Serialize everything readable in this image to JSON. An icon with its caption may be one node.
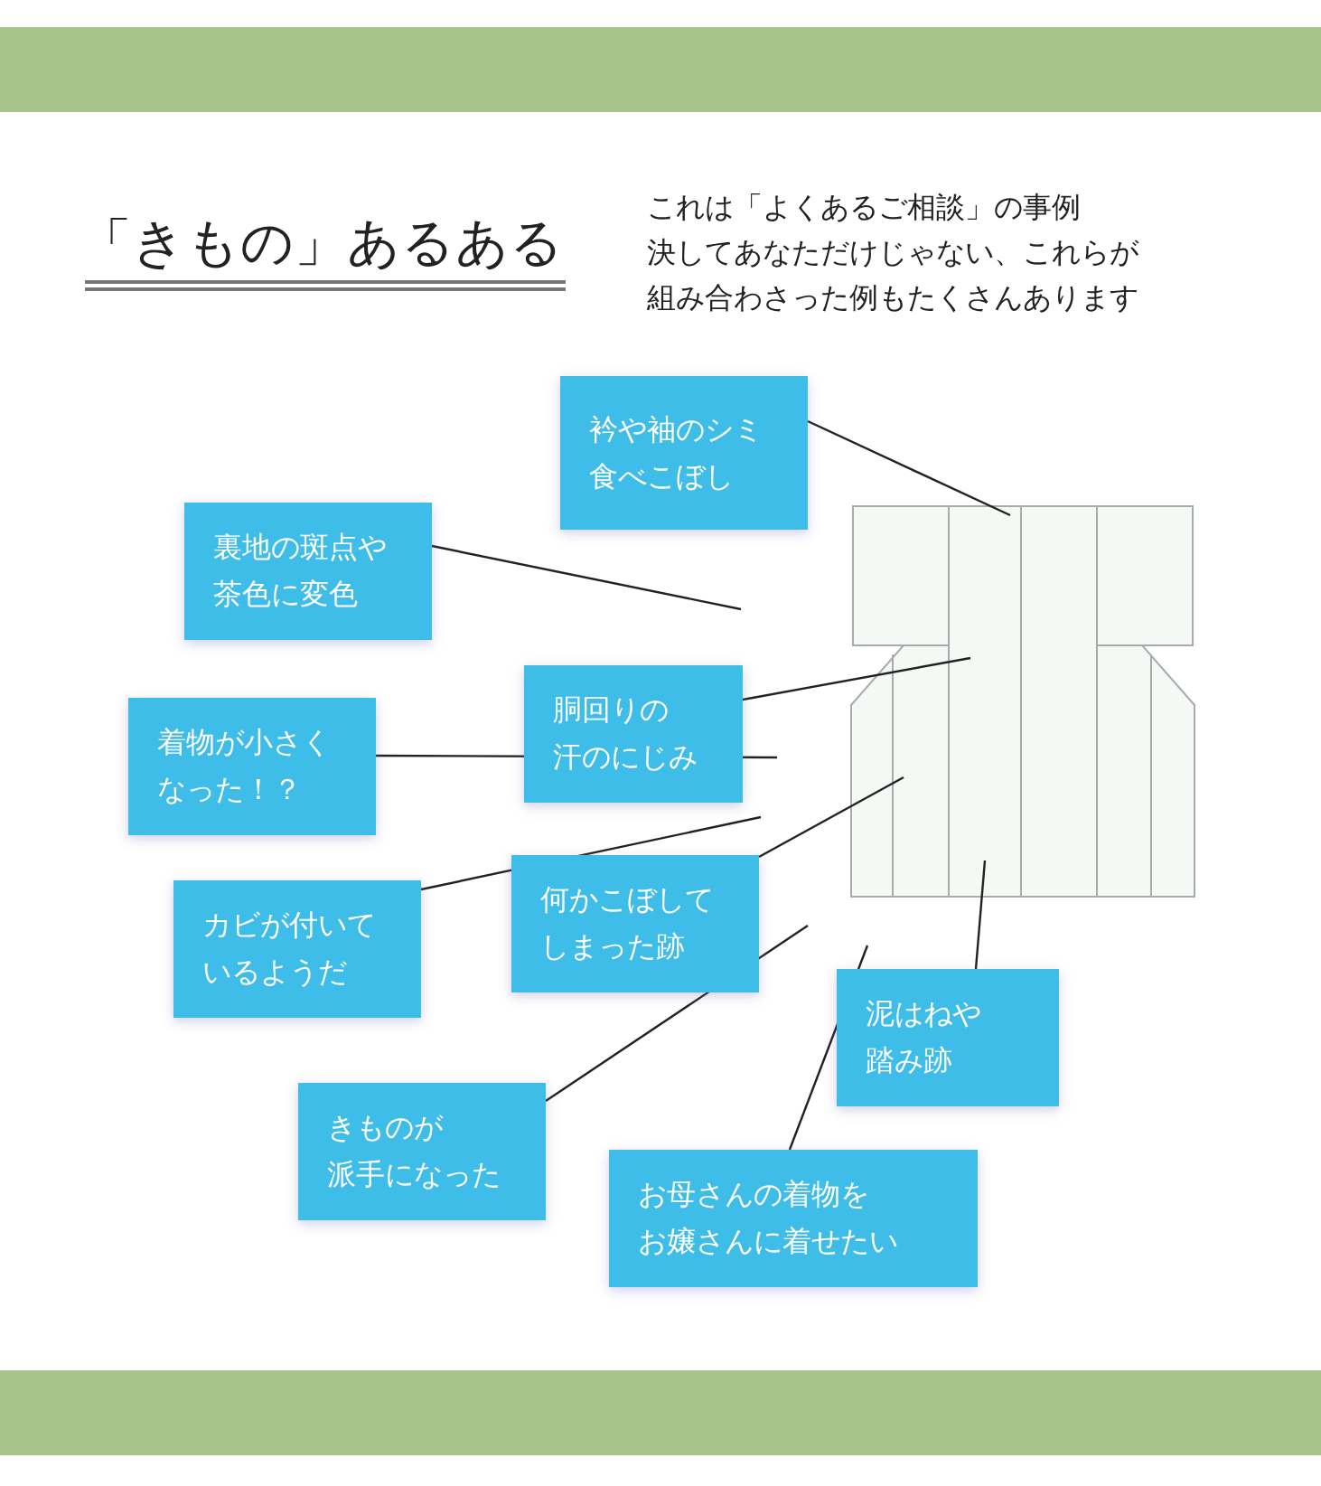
{
  "diagram": {
    "title": "「きもの」あるある",
    "nodes": [
      {
        "text": [
          "衿や袖のシミ食べこぼし"
        ]
      },
      {
        "text": [
          "裏地の斑点や茶色に変色"
        ]
      },
      {
        "text": [
          "着物が小さくなった！？"
        ]
      },
      {
        "text": [
          "胴回りの汗のにじみ"
        ]
      },
      {
        "text": [
          "カビが付いているようだ"
        ]
      },
      {
        "text": [
          "何かこぼしてしまった跡"
        ]
      },
      {
        "text": [
          "きものが派手になった"
        ]
      },
      {
        "text": [
          "泥はねや踏み跡"
        ]
      },
      {
        "text": [
          "お母さんの着物をお嬢さんに着せたい"
        ]
      }
    ],
    "edges": [
      {
        "from": 0,
        "to": null,
        "arrow": "none"
      },
      {
        "from": 1,
        "to": null,
        "arrow": "none"
      },
      {
        "from": 2,
        "to": null,
        "arrow": "none"
      },
      {
        "from": 3,
        "to": null,
        "arrow": "none"
      },
      {
        "from": 4,
        "to": null,
        "arrow": "none"
      },
      {
        "from": 5,
        "to": null,
        "arrow": "none"
      },
      {
        "from": 6,
        "to": null,
        "arrow": "none"
      },
      {
        "from": 7,
        "to": null,
        "arrow": "none"
      },
      {
        "from": 8,
        "to": null,
        "arrow": "none"
      }
    ],
    "labels": [
      "これは「よくあるご相談」の事例決してあなただけじゃない、これらが組み合わさった例もたくさんあります"
    ]
  }
}
